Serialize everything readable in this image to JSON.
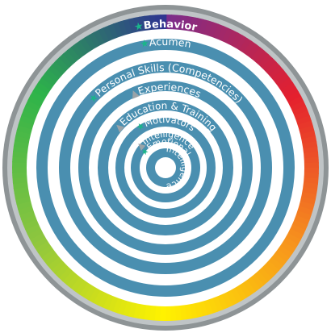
{
  "diagram": {
    "title": "",
    "layers": [
      {
        "label": "Behavior",
        "marker": "star-icon"
      },
      {
        "label": "Acumen",
        "marker": "star-icon"
      },
      {
        "label": "Personal Skills (Competencies)",
        "marker": "star-icon"
      },
      {
        "label": "Experiences",
        "marker": "triangle-icon"
      },
      {
        "label": "Education & Training",
        "marker": "triangle-icon"
      },
      {
        "label": "Motivators",
        "marker": "star-icon"
      },
      {
        "label": "Intelligence",
        "marker": "triangle-icon"
      },
      {
        "label_line1": "Emotional",
        "label_line2": "Intelligence",
        "marker": "star-icon"
      }
    ],
    "colors": {
      "outer_gradient": [
        "#7b2d8b",
        "#e4202e",
        "#f7941d",
        "#fff200",
        "#8dc63f",
        "#2db34a",
        "#2e3192"
      ],
      "ring_blue": "#4a8fb0",
      "frame_gray": "#8e9496",
      "marker_green": "#1bb58a",
      "marker_gray": "#9aa3a8"
    }
  }
}
